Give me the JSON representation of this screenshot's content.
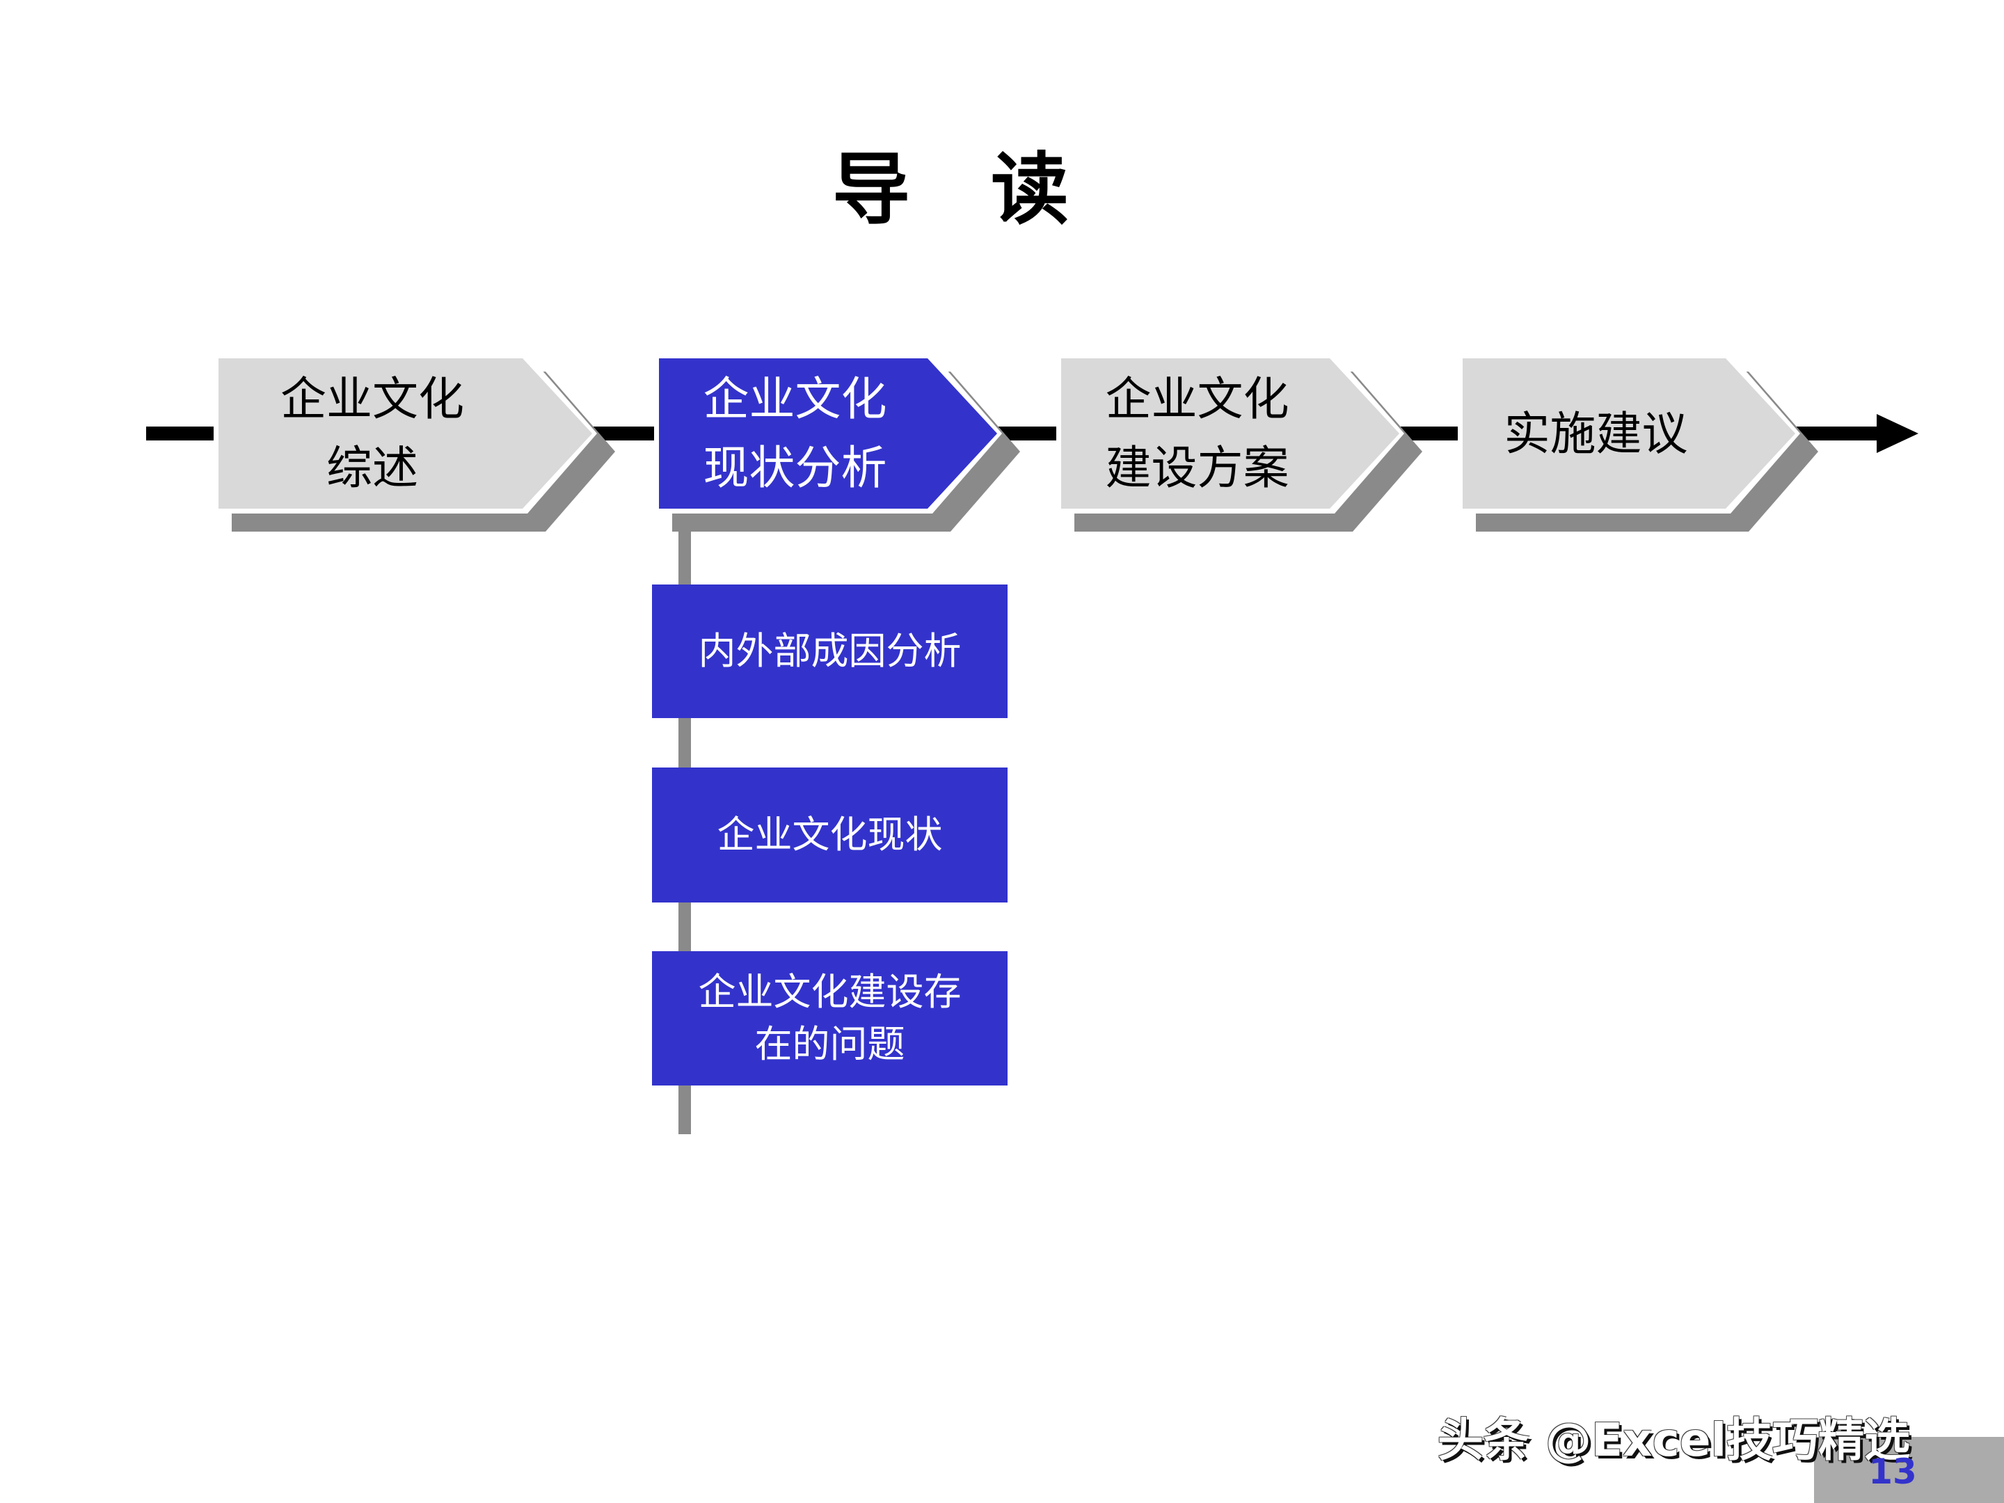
{
  "title": "导　读",
  "flow": {
    "steps": [
      {
        "id": "overview",
        "label": "企业文化\n综述",
        "state": "inactive"
      },
      {
        "id": "analysis",
        "label": "企业文化\n现状分析",
        "state": "active"
      },
      {
        "id": "plan",
        "label": "企业文化\n建设方案",
        "state": "inactive"
      },
      {
        "id": "implement",
        "label": "实施建议",
        "state": "inactive"
      }
    ]
  },
  "breakdown": {
    "items": [
      {
        "label": "内外部成因分析"
      },
      {
        "label": "企业文化现状"
      },
      {
        "label": "企业文化建设存\n在的问题"
      }
    ]
  },
  "footer": {
    "watermark": "头条 @Excel技巧精选",
    "page_number": "13"
  },
  "colors": {
    "accent_blue": "#3333CC",
    "shape_gray": "#D9D9D9",
    "shadow_gray": "#8A8A8A",
    "connector_gray": "#8A8A8A",
    "corner_block_gray": "#ABABAB",
    "line_black": "#000000"
  }
}
